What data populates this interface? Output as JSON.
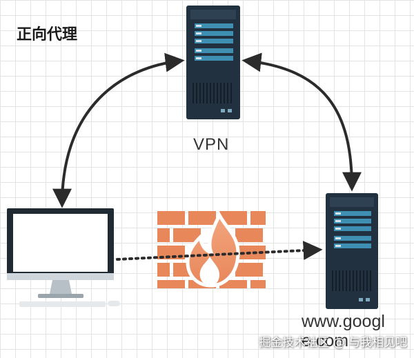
{
  "diagram": {
    "title": "正向代理",
    "nodes": {
      "vpn": {
        "label": "VPN",
        "icon": "server-icon"
      },
      "client": {
        "icon": "desktop-monitor-icon"
      },
      "firewall": {
        "icon": "firewall-icon"
      },
      "target": {
        "label_line1": "www.googl",
        "label_line2": "e.com",
        "icon": "server-icon"
      }
    },
    "edges": [
      {
        "from": "client",
        "to": "vpn",
        "style": "solid",
        "arrows": "both"
      },
      {
        "from": "vpn",
        "to": "target",
        "style": "solid",
        "arrows": "both"
      },
      {
        "from": "client",
        "to": "target",
        "style": "dotted",
        "arrows": "end"
      }
    ],
    "watermark": "掘金技术社区 @ 与我相见吧"
  },
  "colors": {
    "server_body": "#22313f",
    "server_accent": "#3f8fb3",
    "firewall_brick": "#e8875a",
    "arrow": "#2b2b2b",
    "monitor_bezel": "#1f2a33"
  }
}
